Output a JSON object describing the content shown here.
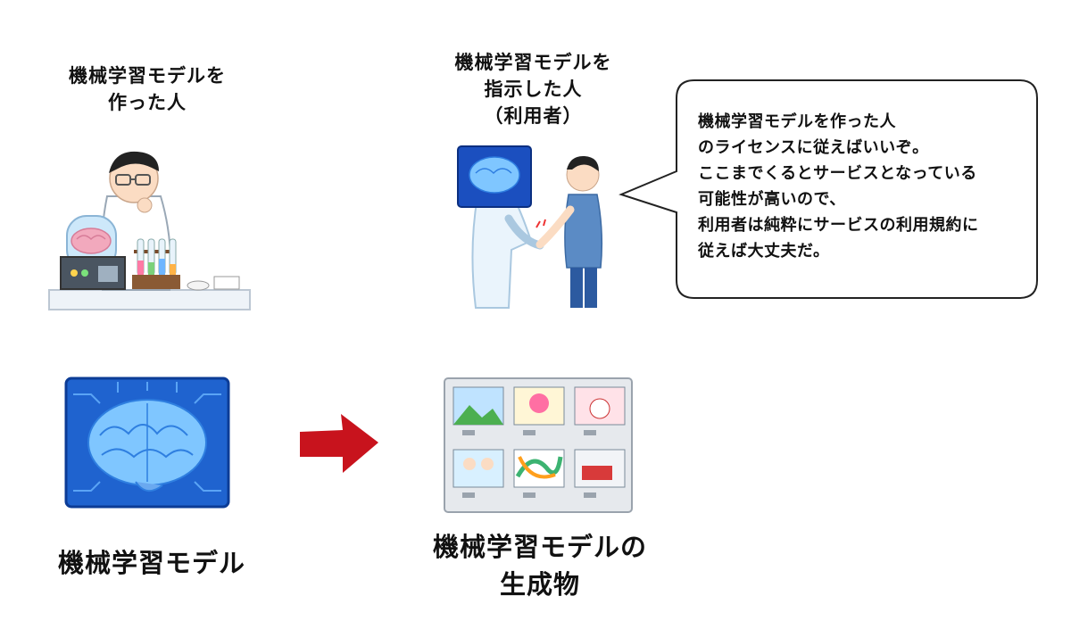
{
  "labels": {
    "creator": "機械学習モデルを\n作った人",
    "user": "機械学習モデルを\n指示した人\n（利用者）",
    "model": "機械学習モデル",
    "output": "機械学習モデルの\n生成物"
  },
  "speech_bubble": {
    "text": "機械学習モデルを作った人\nのライセンスに従えばいいぞ。\nここまでくるとサービスとなっている\n可能性が高いので、\n利用者は純粋にサービスの利用規約に\n従えば大丈夫だ。"
  },
  "colors": {
    "arrow": "#c8131d",
    "brain_blue": "#1f6fd6",
    "brain_light": "#8fd0ff",
    "bubble_border": "#222222"
  },
  "icons": {
    "scientist": "scientist-with-brain-jar-icon",
    "handshake": "robot-handshake-icon",
    "brain": "brain-chip-icon",
    "arrow": "right-arrow-icon",
    "gallery": "image-gallery-icon"
  }
}
